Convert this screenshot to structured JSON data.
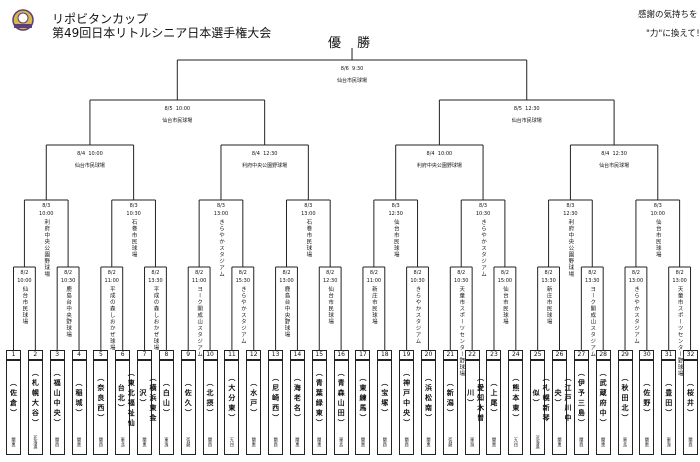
{
  "header": {
    "title_line1": "リポビタンカップ",
    "title_line2": "第49回日本リトルシニア日本選手権大会",
    "slogan_line1": "感謝の気持ちを",
    "slogan_line2": "\"力\"に換えて！",
    "champion_label": "優 勝"
  },
  "final": {
    "date": "8/6",
    "time": "9:30",
    "venue": "仙台市民球場"
  },
  "semifinals": [
    {
      "date": "8/5",
      "time": "10:00",
      "venue": "仙台市民球場"
    },
    {
      "date": "8/5",
      "time": "12:30",
      "venue": "仙台市民球場"
    }
  ],
  "round3": [
    {
      "date": "8/4",
      "time": "10:00",
      "venue": "仙台市民球場"
    },
    {
      "date": "8/4",
      "time": "12:30",
      "venue": "利府中央公園野球場"
    },
    {
      "date": "8/4",
      "time": "10:00",
      "venue": "利府中央公園野球場"
    },
    {
      "date": "8/4",
      "time": "12:30",
      "venue": "仙台市民球場"
    }
  ],
  "round2": [
    {
      "date": "8/3",
      "time": "10:00",
      "venue": "利府中央公園野球場"
    },
    {
      "date": "8/3",
      "time": "10:30",
      "venue": "石巻市民球場"
    },
    {
      "date": "8/3",
      "time": "13:00",
      "venue": "きらやかスタジアム"
    },
    {
      "date": "8/3",
      "time": "13:00",
      "venue": "石巻市民球場"
    },
    {
      "date": "8/3",
      "time": "12:30",
      "venue": "仙台市民球場"
    },
    {
      "date": "8/3",
      "time": "10:30",
      "venue": "きらやかスタジアム"
    },
    {
      "date": "8/3",
      "time": "12:30",
      "venue": "利府中央公園野球場"
    },
    {
      "date": "8/3",
      "time": "10:00",
      "venue": "仙台市民球場"
    }
  ],
  "round1": [
    {
      "date": "8/2",
      "time": "10:00",
      "venue": "仙台市民球場"
    },
    {
      "date": "8/2",
      "time": "10:30",
      "venue": "鹿島台中央野球場"
    },
    {
      "date": "8/2",
      "time": "11:00",
      "venue": "平成の森しおかぜ球場"
    },
    {
      "date": "8/2",
      "time": "13:30",
      "venue": "平成の森しおかぜ球場"
    },
    {
      "date": "8/2",
      "time": "11:00",
      "venue": "ヨーク開成山スタジアム"
    },
    {
      "date": "8/2",
      "time": "15:30",
      "venue": "きらやかスタジアム"
    },
    {
      "date": "8/2",
      "time": "13:00",
      "venue": "鹿島台中央野球場"
    },
    {
      "date": "8/2",
      "time": "12:30",
      "venue": "仙台市民球場"
    },
    {
      "date": "8/2",
      "time": "11:00",
      "venue": "新庄市民球場"
    },
    {
      "date": "8/2",
      "time": "10:30",
      "venue": "きらやかスタジアム"
    },
    {
      "date": "8/2",
      "time": "10:30",
      "venue": "天童市スポーツセンター野球場"
    },
    {
      "date": "8/2",
      "time": "15:00",
      "venue": "仙台市民球場"
    },
    {
      "date": "8/2",
      "time": "13:30",
      "venue": "新庄市民球場"
    },
    {
      "date": "8/2",
      "time": "13:30",
      "venue": "ヨーク開成山スタジアム"
    },
    {
      "date": "8/2",
      "time": "13:00",
      "venue": "きらやかスタジアム"
    },
    {
      "date": "8/2",
      "time": "13:00",
      "venue": "天童市スポーツセンター野球場"
    }
  ],
  "teams": [
    {
      "no": "1",
      "name": "（佐倉）",
      "region": "（関東）"
    },
    {
      "no": "2",
      "name": "（札幌大谷）",
      "region": "（北海道）"
    },
    {
      "no": "3",
      "name": "（福山中央）",
      "region": "（関西）"
    },
    {
      "no": "4",
      "name": "（稲城）",
      "region": "（関東）"
    },
    {
      "no": "5",
      "name": "（奈良西）",
      "region": "（関西）"
    },
    {
      "no": "6",
      "name": "（東北福祉仙台北）",
      "region": "（東北）"
    },
    {
      "no": "7",
      "name": "（横浜東金沢）",
      "region": "（関東）"
    },
    {
      "no": "8",
      "name": "（白山）",
      "region": "（東海）"
    },
    {
      "no": "9",
      "name": "（佐久）",
      "region": "（信越）"
    },
    {
      "no": "10",
      "name": "（北摂）",
      "region": "（関西）"
    },
    {
      "no": "11",
      "name": "（大分東）",
      "region": "（九州）"
    },
    {
      "no": "12",
      "name": "（水戸）",
      "region": "（関東）"
    },
    {
      "no": "13",
      "name": "（尼崎西）",
      "region": "（関西）"
    },
    {
      "no": "14",
      "name": "（海老名）",
      "region": "（関東）"
    },
    {
      "no": "15",
      "name": "（青葉緑東）",
      "region": "（関東）"
    },
    {
      "no": "16",
      "name": "（青森山田）",
      "region": "（東北）"
    },
    {
      "no": "17",
      "name": "（東練馬）",
      "region": "（関東）"
    },
    {
      "no": "18",
      "name": "（宝塚）",
      "region": "（関西）"
    },
    {
      "no": "19",
      "name": "（神戸中央）",
      "region": "（関西）"
    },
    {
      "no": "20",
      "name": "（浜松南）",
      "region": "（関東）"
    },
    {
      "no": "21",
      "name": "（新潟）",
      "region": "（信越）"
    },
    {
      "no": "22",
      "name": "（愛知木曽川）",
      "region": "（東海）"
    },
    {
      "no": "23",
      "name": "（上尾）",
      "region": "（関東）"
    },
    {
      "no": "24",
      "name": "（熊本東）",
      "region": "（九州）"
    },
    {
      "no": "25",
      "name": "（札幌新琴似）",
      "region": "（北海道）"
    },
    {
      "no": "26",
      "name": "（江戸川中央）",
      "region": "（関東）"
    },
    {
      "no": "27",
      "name": "（伊予三島）",
      "region": "（関西）"
    },
    {
      "no": "28",
      "name": "（武蔵府中）",
      "region": "（関東）"
    },
    {
      "no": "29",
      "name": "（秋田北）",
      "region": "（東北）"
    },
    {
      "no": "30",
      "name": "（佐野）",
      "region": "（関東）"
    },
    {
      "no": "31",
      "name": "（豊田）",
      "region": "（東海）"
    },
    {
      "no": "32",
      "name": "（桜井）",
      "region": "（関西）"
    }
  ],
  "colors": {
    "line": "#222222",
    "logo_gold": "#d9b84a",
    "logo_purple": "#5a3f7a"
  }
}
